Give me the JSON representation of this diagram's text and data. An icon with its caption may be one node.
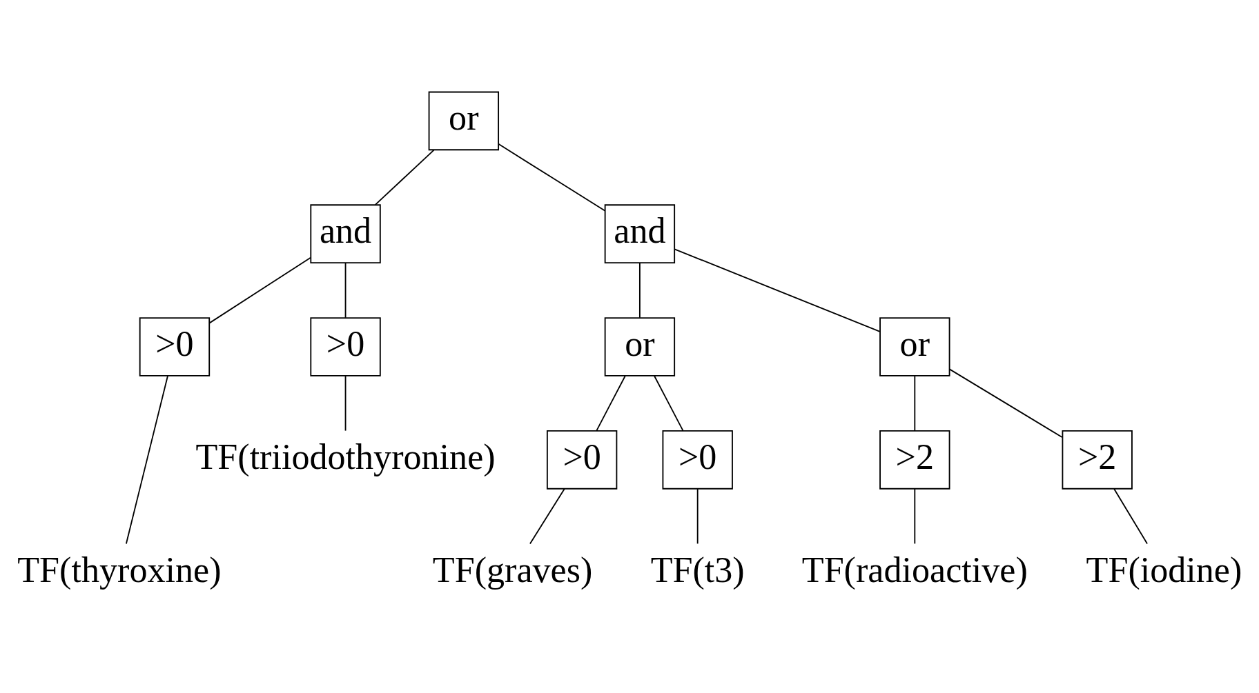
{
  "diagram": {
    "nodes": [
      {
        "text": [
          "or"
        ]
      },
      {
        "text": [
          "and"
        ]
      },
      {
        "text": [
          "and"
        ]
      },
      {
        "text": [
          ">0"
        ]
      },
      {
        "text": [
          ">0"
        ]
      },
      {
        "text": [
          "TF(triiodothyronine)"
        ]
      },
      {
        "text": [
          "or"
        ]
      },
      {
        "text": [
          "or"
        ]
      },
      {
        "text": [
          "TF(thyroxine)"
        ]
      },
      {
        "text": [
          ">0"
        ]
      },
      {
        "text": [
          ">0"
        ]
      },
      {
        "text": [
          ">2"
        ]
      },
      {
        "text": [
          ">2"
        ]
      },
      {
        "text": [
          "TF(graves)"
        ]
      },
      {
        "text": [
          "TF(t3)"
        ]
      },
      {
        "text": [
          "TF(radioactive)"
        ]
      },
      {
        "text": [
          "TF(iodine)"
        ]
      }
    ],
    "edges": [
      {
        "from": 0,
        "to": 1,
        "arrow": "none"
      },
      {
        "from": 0,
        "to": 2,
        "arrow": "none"
      },
      {
        "from": 1,
        "to": 3,
        "arrow": "none"
      },
      {
        "from": 1,
        "to": 4,
        "arrow": "none"
      },
      {
        "from": 3,
        "to": 8,
        "arrow": "none"
      },
      {
        "from": 4,
        "to": 5,
        "arrow": "none"
      },
      {
        "from": 2,
        "to": 6,
        "arrow": "none"
      },
      {
        "from": 2,
        "to": 7,
        "arrow": "none"
      },
      {
        "from": 6,
        "to": 9,
        "arrow": "none"
      },
      {
        "from": 6,
        "to": 10,
        "arrow": "none"
      },
      {
        "from": 7,
        "to": 11,
        "arrow": "none"
      },
      {
        "from": 7,
        "to": 12,
        "arrow": "none"
      },
      {
        "from": 9,
        "to": 13,
        "arrow": "none"
      },
      {
        "from": 10,
        "to": 14,
        "arrow": "none"
      },
      {
        "from": 11,
        "to": 15,
        "arrow": "none"
      },
      {
        "from": 12,
        "to": 16,
        "arrow": "none"
      }
    ]
  }
}
